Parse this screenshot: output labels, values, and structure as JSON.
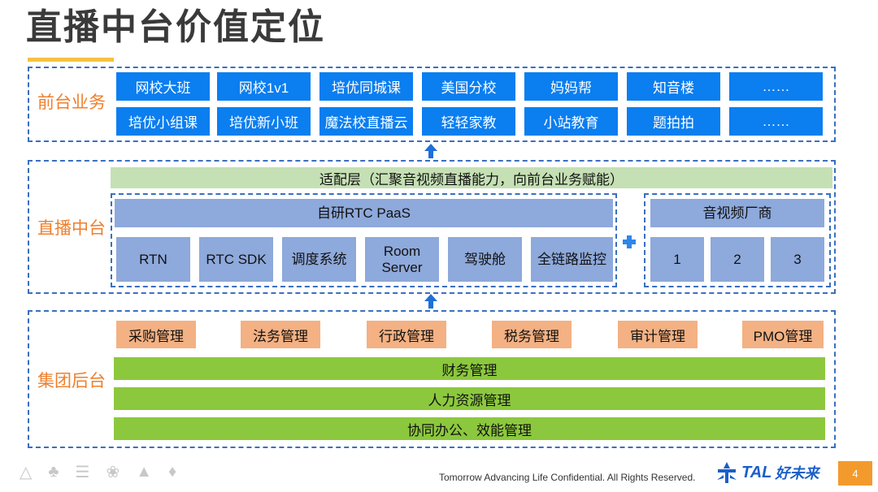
{
  "title": "直播中台价值定位",
  "sections": {
    "front": {
      "label": "前台业务",
      "row1": [
        "网校大班",
        "网校1v1",
        "培优同城课",
        "美国分校",
        "妈妈帮",
        "知音楼",
        "……"
      ],
      "row2": [
        "培优小组课",
        "培优新小班",
        "魔法校直播云",
        "轻轻家教",
        "小站教育",
        "题拍拍",
        "……"
      ]
    },
    "middle": {
      "label": "直播中台",
      "adapter": "适配层（汇聚音视频直播能力，向前台业务赋能）",
      "rtc_title": "自研RTC PaaS",
      "rtc_items": [
        "RTN",
        "RTC SDK",
        "调度系统",
        "Room Server",
        "驾驶舱",
        "全链路监控"
      ],
      "vendor_title": "音视频厂商",
      "vendor_items": [
        "1",
        "2",
        "3"
      ]
    },
    "back": {
      "label": "集团后台",
      "orange_items": [
        "采购管理",
        "法务管理",
        "行政管理",
        "税务管理",
        "审计管理",
        "PMO管理"
      ],
      "green_rows": [
        "财务管理",
        "人力资源管理",
        "协同办公、效能管理"
      ]
    }
  },
  "footer": {
    "text": "Tomorrow Advancing Life Confidential. All Rights Reserved.",
    "logo_en": "TAL",
    "logo_cn": "好未来",
    "page": "4"
  },
  "colors": {
    "dash_border": "#3a6fc0",
    "front_box": "#0b7ef0",
    "rtc_box": "#8ea9db",
    "adapter_bar": "#c5e0b4",
    "orange_box": "#f4b183",
    "green_bar": "#8cc83e",
    "section_label": "#ef7f2c",
    "title_underline": "#f5c242"
  }
}
